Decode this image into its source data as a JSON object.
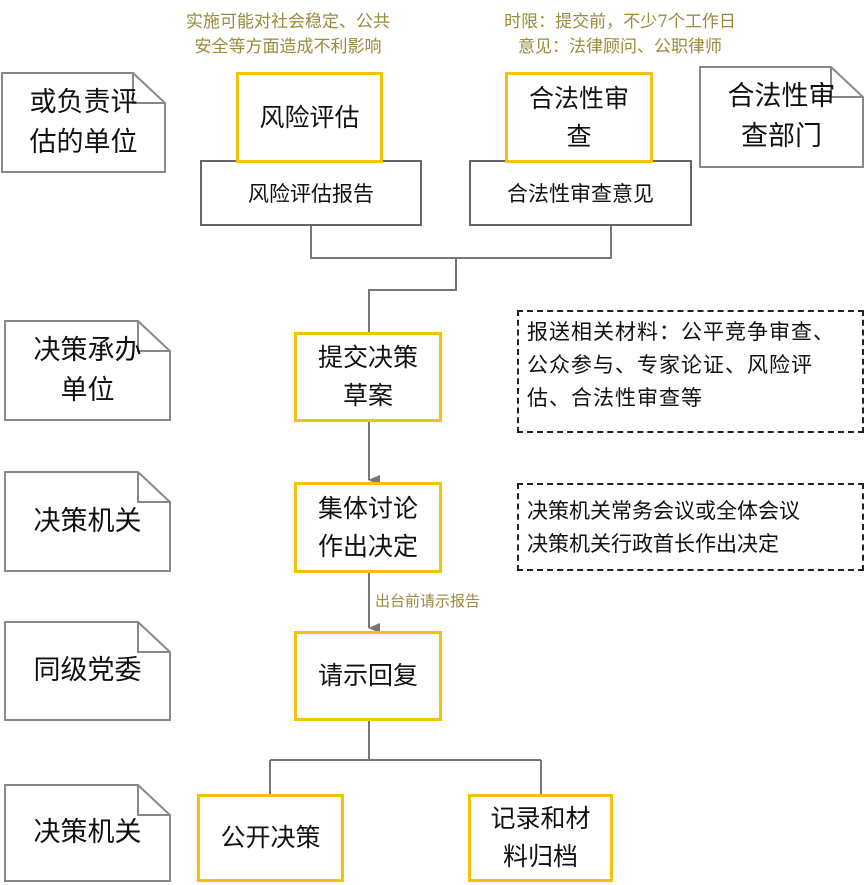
{
  "annotations": {
    "risk_note_line1": "实施可能对社会稳定、公共",
    "risk_note_line2": "安全等方面造成不利影响",
    "legal_note_line1": "时限：提交前，不少7个工作日",
    "legal_note_line2": "意见：法律顾问、公职律师",
    "arrow_label": "出台前请示报告"
  },
  "roles": {
    "risk_unit": "或负责评估的单位",
    "legal_dept": "合法性审查部门",
    "undertaking_unit": "决策承办单位",
    "decision_organ_1": "决策机关",
    "party_committee": "同级党委",
    "decision_organ_2": "决策机关"
  },
  "steps": {
    "risk_assessment": "风险评估",
    "risk_report": "风险评估报告",
    "legal_review": "合法性审查",
    "legal_opinion": "合法性审查意见",
    "submit_draft": "提交决策草案",
    "collective_decision": "集体讨论作出决定",
    "report_reply": "请示回复",
    "publish": "公开决策",
    "archive": "记录和材料归档"
  },
  "notes": {
    "materials": "报送相关材料：公平竞争审查、公众参与、专家论证、风险评估、合法性审查等",
    "meetings_line1": "决策机关常务会议或全体会议",
    "meetings_line2": "决策机关行政首长作出决定"
  },
  "colors": {
    "accent": "#f4c20d",
    "annotation": "#9b8a3a",
    "line": "#777777"
  }
}
